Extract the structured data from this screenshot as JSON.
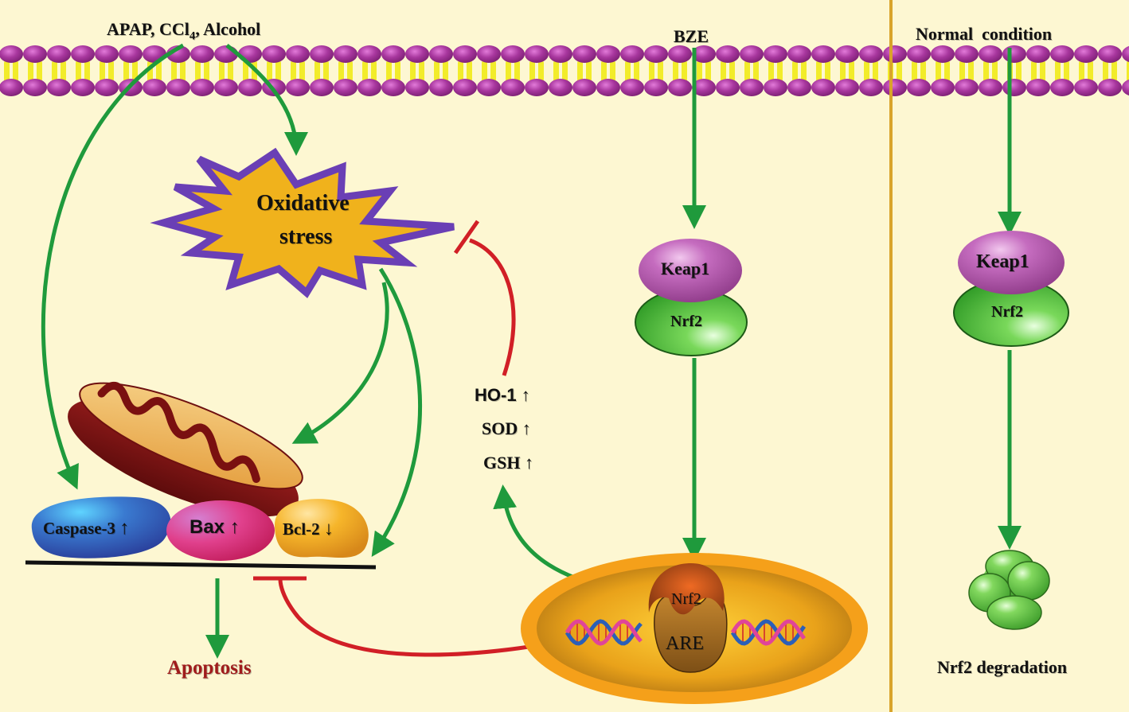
{
  "title": "Proposed mechanism of BZE hepatoprotection via Nrf2/ARE pathway",
  "colors": {
    "background": "#fdf7d2",
    "membrane_head": "#a8379e",
    "membrane_tail": "#f2ec2a",
    "activation_arrow": "#1f9a3c",
    "inhibition_arrow": "#d11f26",
    "divider": "#d9a42a",
    "oxidative_fill": "#f0b21c",
    "oxidative_border": "#6a3fb5",
    "keap1": "#b655b0",
    "nrf2": "#5cc23c",
    "apoptosis_text": "#a01c1c"
  },
  "stimuli": {
    "toxins": {
      "prefix": "APAP, CCl",
      "subscript": "4",
      "suffix": ", Alcohol"
    },
    "bze": "BZE",
    "normal": "Normal  condition"
  },
  "oxidative_stress": {
    "line1": "Oxidative",
    "line2": "stress"
  },
  "apoptosis_proteins": [
    {
      "name": "Caspase-3",
      "arrow": "↑"
    },
    {
      "name": "Bax",
      "arrow": "↑"
    },
    {
      "name": "Bcl-2",
      "arrow": "↓"
    }
  ],
  "apoptosis": "Apoptosis",
  "antioxidants": [
    {
      "name": "HO-1",
      "arrow": "↑"
    },
    {
      "name": "SOD",
      "arrow": "↑"
    },
    {
      "name": "GSH",
      "arrow": "↑"
    }
  ],
  "complex_bze": {
    "top": "Keap1",
    "bottom": "Nrf2"
  },
  "complex_normal": {
    "top": "Keap1",
    "bottom": "Nrf2"
  },
  "nucleus": {
    "factor": "Nrf2",
    "element": "ARE"
  },
  "degradation": "Nrf2 degradation"
}
